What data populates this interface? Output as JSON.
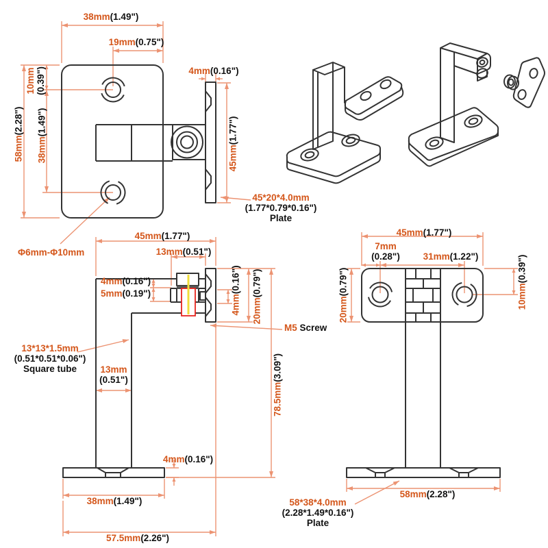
{
  "drawing_title": "Handrail bracket technical drawing",
  "colors": {
    "dimension_text": "#d4561a",
    "dimension_lines": "#ec9372",
    "drawing_lines": "#333333",
    "screw_highlight": "#e8251d",
    "screw_axis": "#f0dd3a"
  },
  "labels": {
    "fp_width": {
      "mm": "38mm",
      "in": "(1.49\")"
    },
    "fp_hole_off": {
      "mm": "19mm",
      "in": "(0.75\")"
    },
    "fp_top": {
      "mm": "10mm",
      "in": "(0.39\")"
    },
    "fp_span": {
      "mm": "38mm",
      "in": "(1.49\")"
    },
    "fp_height": {
      "mm": "58mm",
      "in": "(2.28\")"
    },
    "fp_hole_dia": {
      "mm": "Φ6mm-Φ10mm"
    },
    "sp_thick": {
      "mm": "4mm",
      "in": "(0.16\")"
    },
    "sp_height": {
      "mm": "45mm",
      "in": "(1.77\")"
    },
    "sp_label": {
      "mm": "45*20*4.0mm",
      "in": "(1.77*0.79*0.16\")",
      "name": "Plate"
    },
    "sv_depth": {
      "mm": "45mm",
      "in": "(1.77\")"
    },
    "sv_nut": {
      "mm": "13mm",
      "in": "(0.51\")"
    },
    "sv_head": {
      "mm": "4mm",
      "in": "(0.16\")"
    },
    "sv_washer": {
      "mm": "5mm",
      "in": "(0.19\")"
    },
    "sv_plate_thick": {
      "mm": "4mm",
      "in": "(0.16\")"
    },
    "sv_plate_w": {
      "mm": "20mm",
      "in": "(0.79\")"
    },
    "sv_tube": {
      "mm": "13*13*1.5mm",
      "in": "(0.51*0.51*0.06\")",
      "name": "Square tube"
    },
    "sv_tube_w": {
      "mm": "13mm",
      "in": "(0.51\")"
    },
    "sv_screw": {
      "mm": "M5",
      "name": "Screw"
    },
    "sv_height": {
      "mm": "78.5mm",
      "in": "(3.09\")"
    },
    "sv_base_thick": {
      "mm": "4mm",
      "in": "(0.16\")"
    },
    "sv_base_w": {
      "mm": "38mm",
      "in": "(1.49\")"
    },
    "sv_total": {
      "mm": "57.5mm",
      "in": "(2.26\")"
    },
    "fv_width": {
      "mm": "45mm",
      "in": "(1.77\")"
    },
    "fv_edge": {
      "mm": "7mm",
      "in": "(0.28\")"
    },
    "fv_span": {
      "mm": "31mm",
      "in": "(1.22\")"
    },
    "fv_plate_w": {
      "mm": "20mm",
      "in": "(0.79\")"
    },
    "fv_hole_off": {
      "mm": "10mm",
      "in": "(0.39\")"
    },
    "fv_base_w": {
      "mm": "58mm",
      "in": "(2.28\")"
    },
    "fv_base": {
      "mm": "58*38*4.0mm",
      "in": "(2.28*1.49*0.16\")",
      "name": "Plate"
    }
  }
}
